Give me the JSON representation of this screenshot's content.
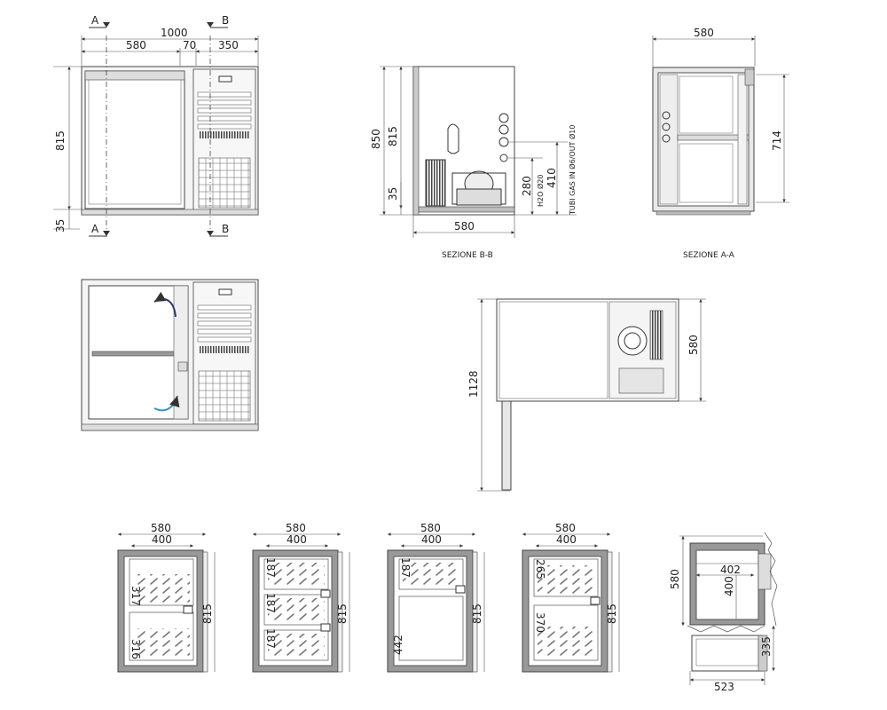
{
  "front": {
    "section_a": "A",
    "section_b": "B",
    "width_total": "1000",
    "width_door": "580",
    "width_gap": "70",
    "width_side": "350",
    "height": "815",
    "feet": "35"
  },
  "section_bb": {
    "height_total": "850",
    "height_body": "815",
    "feet": "35",
    "h2o_height": "280",
    "gas_height": "410",
    "h2o_label": "H2O Ø20",
    "gas_label": "TUBI GAS IN Ø6/OUT Ø10",
    "width": "580",
    "caption": "SEZIONE B-B"
  },
  "section_aa": {
    "width": "580",
    "height": "714",
    "caption": "SEZIONE A-A"
  },
  "plan": {
    "depth_total": "1128",
    "depth": "580"
  },
  "drawers": [
    {
      "outer": "580",
      "inner": "400",
      "side": "815",
      "labels": [
        "317",
        "316"
      ]
    },
    {
      "outer": "580",
      "inner": "400",
      "side": "815",
      "labels": [
        "187",
        "187",
        "187"
      ]
    },
    {
      "outer": "580",
      "inner": "400",
      "side": "815",
      "labels": [
        "187",
        "442"
      ]
    },
    {
      "outer": "580",
      "inner": "400",
      "side": "815",
      "labels": [
        "265",
        "370"
      ]
    }
  ],
  "detail": {
    "depth": "580",
    "w1": "402",
    "w2": "400",
    "h": "335",
    "base": "523"
  }
}
